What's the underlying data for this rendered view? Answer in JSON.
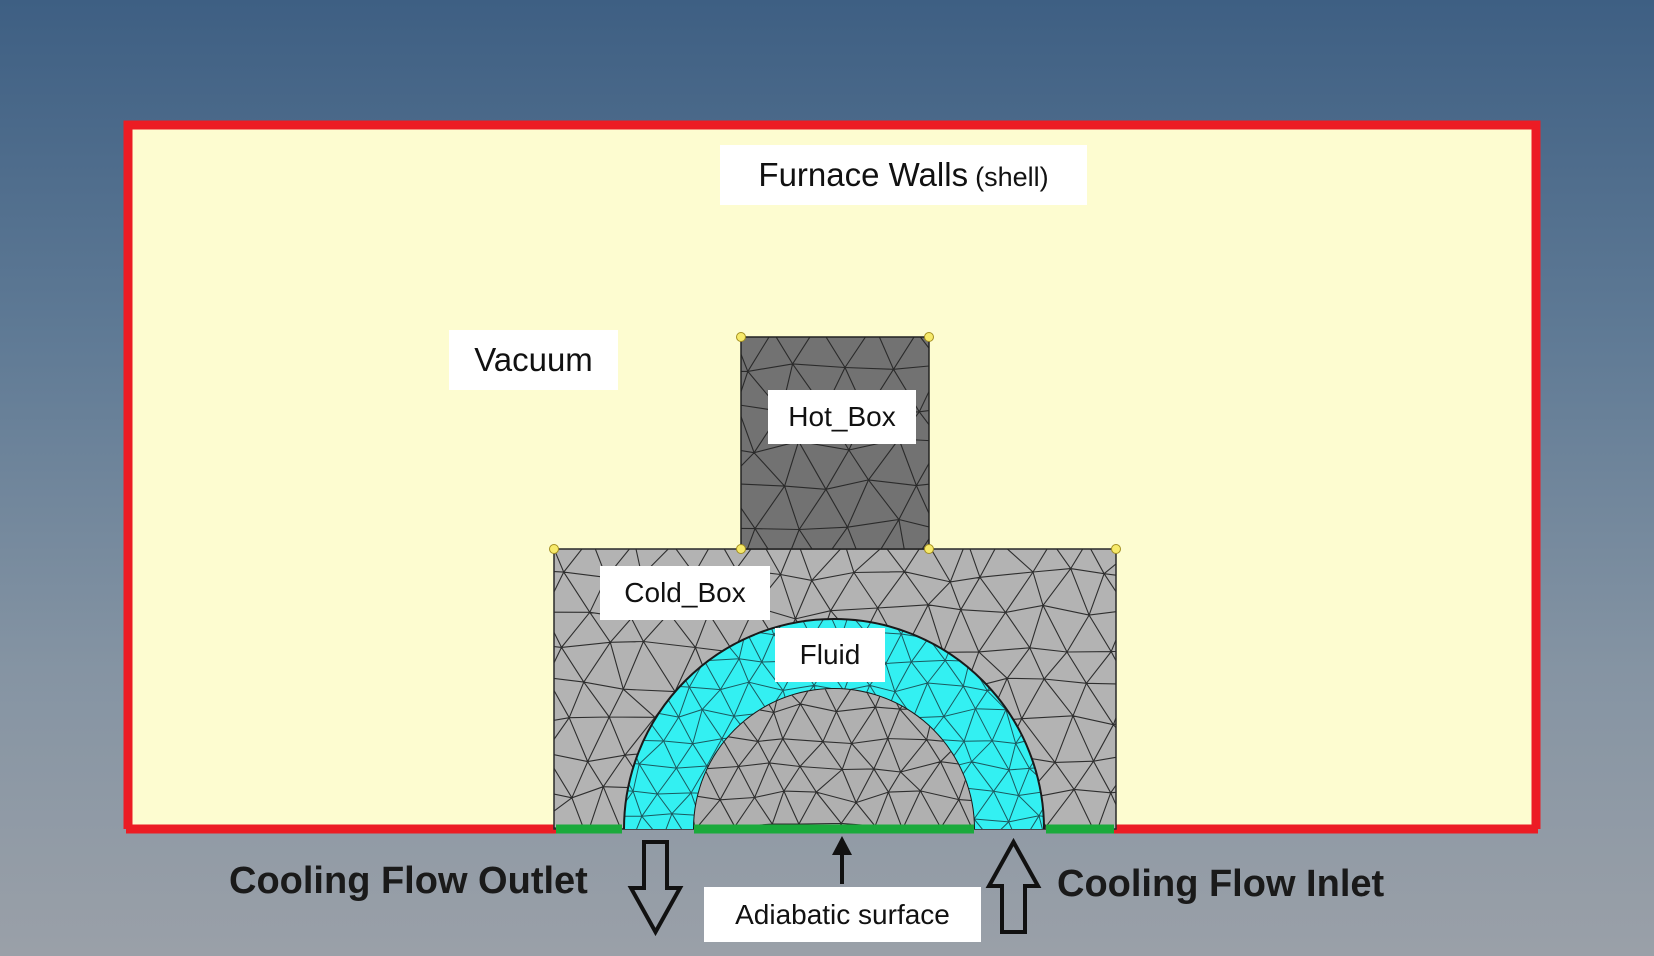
{
  "labels": {
    "furnace_walls": "Furnace Walls",
    "furnace_walls_suffix": "(shell)",
    "vacuum": "Vacuum",
    "hot_box": "Hot_Box",
    "cold_box": "Cold_Box",
    "fluid": "Fluid",
    "adiabatic_surface": "Adiabatic surface",
    "cooling_outlet": "Cooling Flow Outlet",
    "cooling_inlet": "Cooling Flow Inlet"
  },
  "colors": {
    "furnace_fill": "#fdfcd0",
    "furnace_wall": "#ec1c24",
    "hot_box": "#727272",
    "cold_box": "#b3b3b3",
    "fluid": "#33f0f2",
    "mesh_line": "#2e2e2e",
    "adiabatic": "#1aaa3c",
    "vertex": "#f7ea6a"
  }
}
